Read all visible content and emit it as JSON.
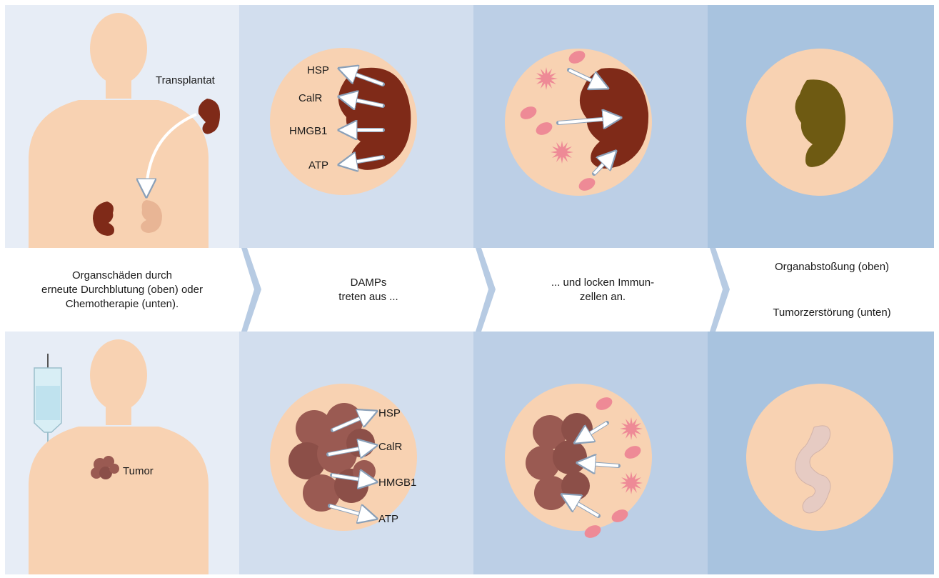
{
  "colors": {
    "panel_col1": "#e7edf6",
    "panel_col2": "#d2deee",
    "panel_col3": "#bccfe6",
    "panel_col4": "#a8c3df",
    "skin": "#f8d2b2",
    "kidney": "#7f2a18",
    "kidney_transplant_ghost": "#e8b595",
    "kidney_rejected": "#6e5a12",
    "tumor": "#9a5a52",
    "tumor_destroyed": "#e6cbc3",
    "immune_cell": "#ee8a96",
    "chevron": "#b7cbe3"
  },
  "top_row": {
    "transplant_label": "Transplantat",
    "damps": [
      "HSP",
      "CalR",
      "HMGB1",
      "ATP"
    ]
  },
  "middle_band": {
    "step1": [
      "Organschäden durch",
      "erneute Durchblutung (oben) oder",
      "Chemotherapie (unten)."
    ],
    "step2": [
      "DAMPs",
      "treten aus ..."
    ],
    "step3": [
      "... und locken Immun-",
      "zellen an."
    ],
    "step4_top": "Organabstoßung (oben)",
    "step4_bottom": "Tumorzerstörung (unten)"
  },
  "bottom_row": {
    "tumor_label": "Tumor",
    "damps": [
      "HSP",
      "CalR",
      "HMGB1",
      "ATP"
    ]
  }
}
